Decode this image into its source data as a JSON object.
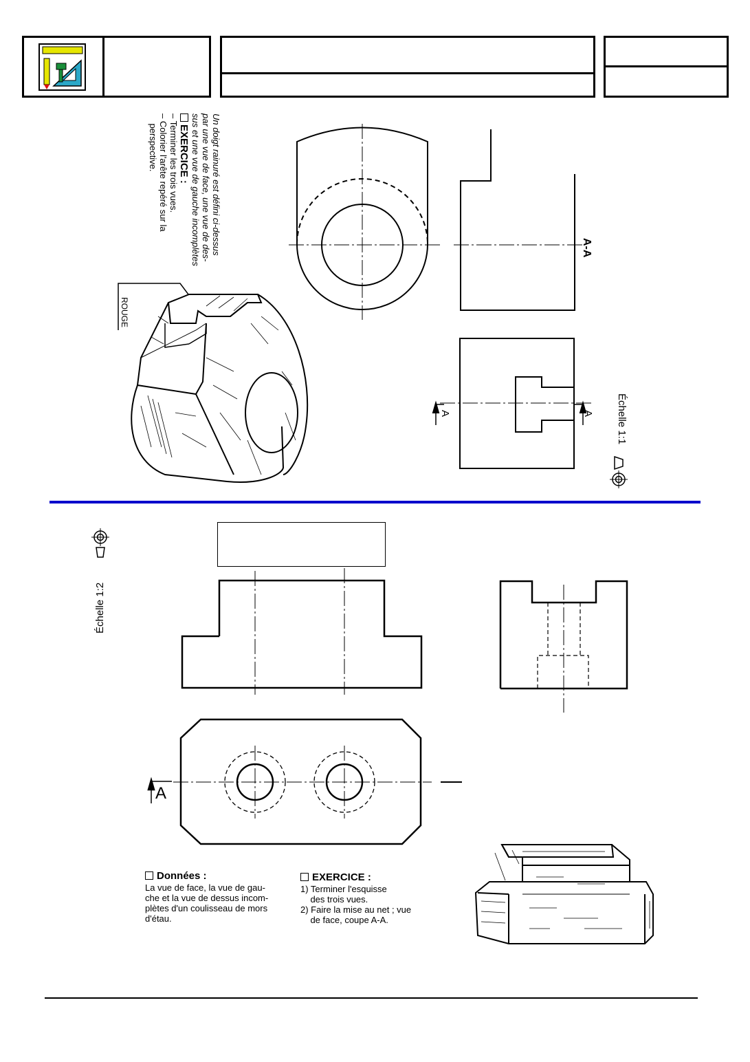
{
  "header": {
    "logo_icon": "drafting-tools-icon",
    "cell_2": "",
    "title_line_1": "",
    "title_line_2": "",
    "ref_line_1": "",
    "ref_line_2": ""
  },
  "exercise_1": {
    "intro": "Un doigt rainuré est défini ci-dessus par une vue de face, une vue de dessus et une vue de gauche incomplètes",
    "intro_lines": [
      "Un doigt rainuré est défini ci-dessus",
      "par une vue de face, une vue de des-",
      "sus et une vue de gauche incomplètes"
    ],
    "heading": "EXERCICE :",
    "tasks": [
      "–  Terminer les trois vues.",
      "–  Colorier  l'arête  repéré  sur  la",
      "    perspective."
    ],
    "callout": "ROUGE",
    "section_label": "A-A",
    "cut_label": "A",
    "scale": "Échelle 1:1"
  },
  "exercise_2": {
    "scale": "Échelle 1:2",
    "cut_label": "A",
    "donnees_heading": "Données :",
    "donnees_lines": [
      "La vue de face, la vue de gau-",
      "che et la vue de dessus incom-",
      "plètes d'un coulisseau de mors",
      "d'étau."
    ],
    "exercice_heading": "EXERCICE :",
    "exercice_lines": [
      "1) Terminer l'esquisse",
      "    des trois vues.",
      "2) Faire la mise au net ; vue",
      "    de face, coupe A-A."
    ]
  },
  "colors": {
    "divider": "#0000cc",
    "ink": "#000000"
  }
}
